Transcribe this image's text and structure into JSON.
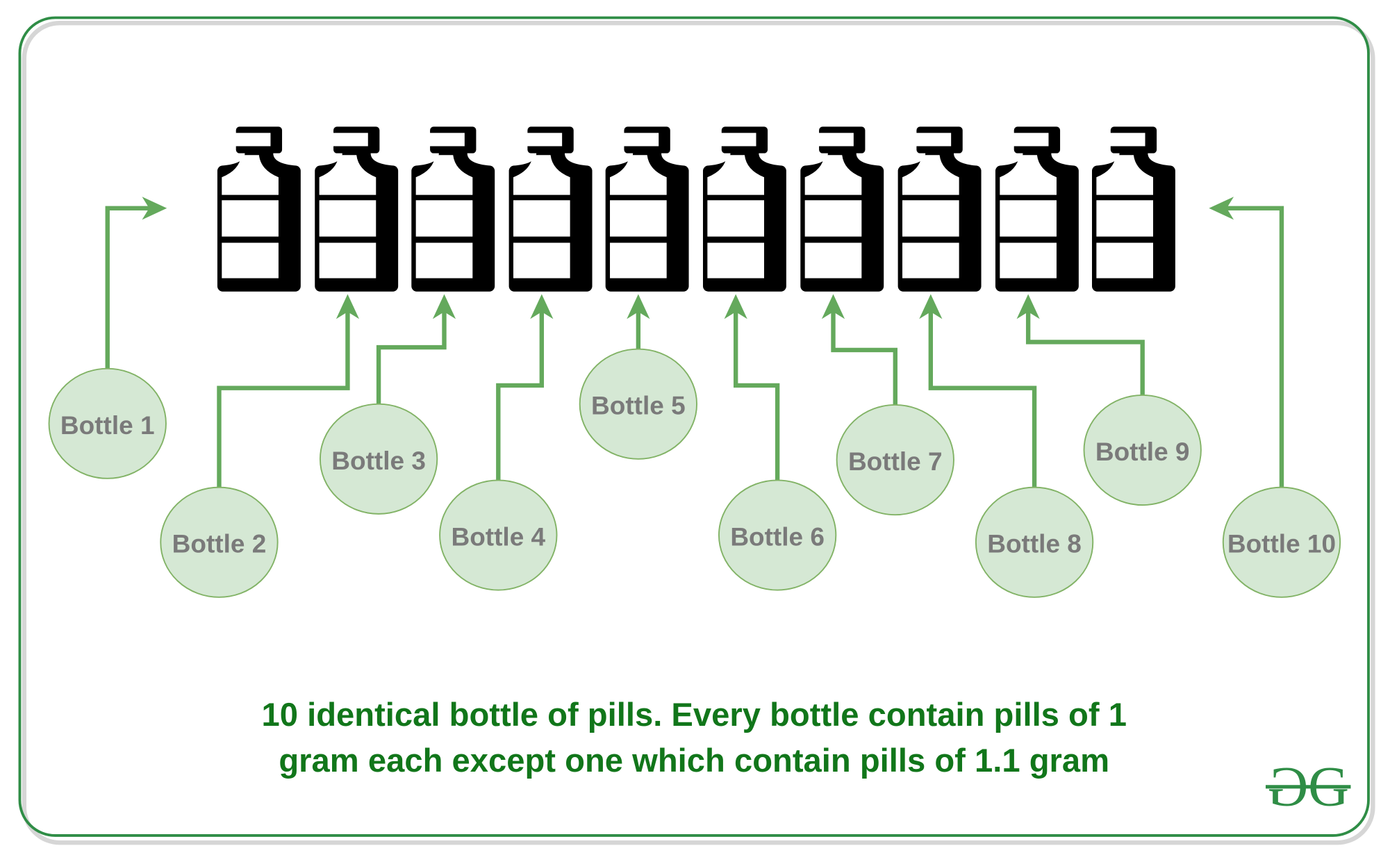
{
  "bottles": [
    {
      "label": "Bottle 1"
    },
    {
      "label": "Bottle 2"
    },
    {
      "label": "Bottle 3"
    },
    {
      "label": "Bottle 4"
    },
    {
      "label": "Bottle 5"
    },
    {
      "label": "Bottle 6"
    },
    {
      "label": "Bottle 7"
    },
    {
      "label": "Bottle 8"
    },
    {
      "label": "Bottle 9"
    },
    {
      "label": "Bottle 10"
    }
  ],
  "caption": {
    "line1": "10 identical bottle of pills. Every bottle contain pills of 1",
    "line2": "gram each except one which contain pills of 1.1 gram"
  },
  "logo": {
    "text": "GG"
  },
  "colors": {
    "frame": "#2f8d46",
    "arrow": "#64a95c",
    "bubble_fill": "#d5e8d4",
    "bubble_stroke": "#82b366",
    "caption": "#11761a",
    "label": "#7a7a7a"
  }
}
